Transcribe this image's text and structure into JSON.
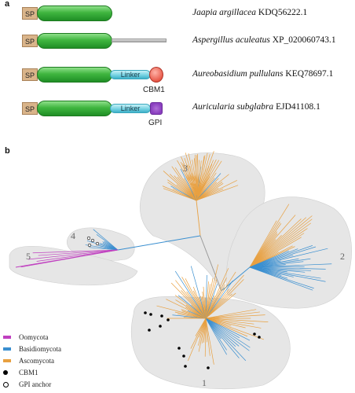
{
  "panel_a": {
    "letter": "a",
    "rows": [
      {
        "sp": "SP",
        "species": "Jaapia argillacea",
        "accession": "KDQ56222.1"
      },
      {
        "sp": "SP",
        "species": "Aspergillus aculeatus",
        "accession": "XP_020060743.1"
      },
      {
        "sp": "SP",
        "linker": "Linker",
        "module": "CBM1",
        "species": "Aureobasidium pullulans",
        "accession": "KEQ78697.1"
      },
      {
        "sp": "SP",
        "linker": "Linker",
        "module": "GPI",
        "species": "Auricularia subglabra",
        "accession": "EJD41108.1"
      }
    ]
  },
  "panel_b": {
    "letter": "b",
    "clades": [
      "1",
      "2",
      "3",
      "4",
      "5"
    ],
    "legend": [
      {
        "label": "Oomycota",
        "color": "#c040c0"
      },
      {
        "label": "Basidiomycota",
        "color": "#3a8fd0"
      },
      {
        "label": "Ascomycota",
        "color": "#e8a040"
      },
      {
        "label": "CBM1",
        "marker": "filled-dot"
      },
      {
        "label": "GPI anchor",
        "marker": "open-dot"
      }
    ]
  }
}
